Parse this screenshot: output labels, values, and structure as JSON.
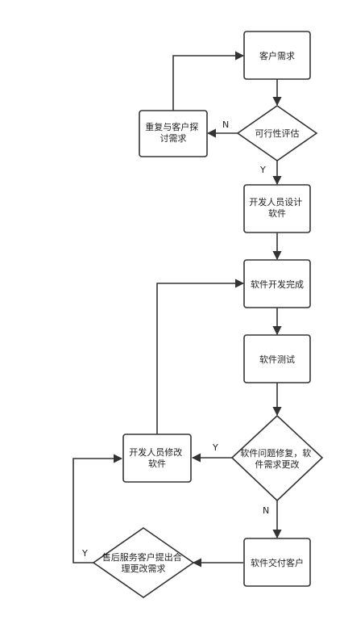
{
  "nodes": {
    "customer_requirement": {
      "lines": [
        "客户需求"
      ]
    },
    "feasibility": {
      "lines": [
        "可行性评估"
      ]
    },
    "rediscuss": {
      "lines": [
        "重复与客户探",
        "讨需求"
      ]
    },
    "dev_design": {
      "lines": [
        "开发人员设计",
        "软件"
      ]
    },
    "dev_complete": {
      "lines": [
        "软件开发完成"
      ]
    },
    "testing": {
      "lines": [
        "软件测试"
      ]
    },
    "fix_decision": {
      "lines": [
        "软件问题修复，软",
        "件需求更改"
      ]
    },
    "dev_modify": {
      "lines": [
        "开发人员修改",
        "软件"
      ]
    },
    "deliver": {
      "lines": [
        "软件交付客户"
      ]
    },
    "aftersales": {
      "lines": [
        "售后服务客户提出合",
        "理更改需求"
      ]
    }
  },
  "edge_labels": {
    "feasibility_no": "N",
    "feasibility_yes": "Y",
    "fix_yes": "Y",
    "fix_no": "N",
    "aftersales_yes": "Y"
  }
}
